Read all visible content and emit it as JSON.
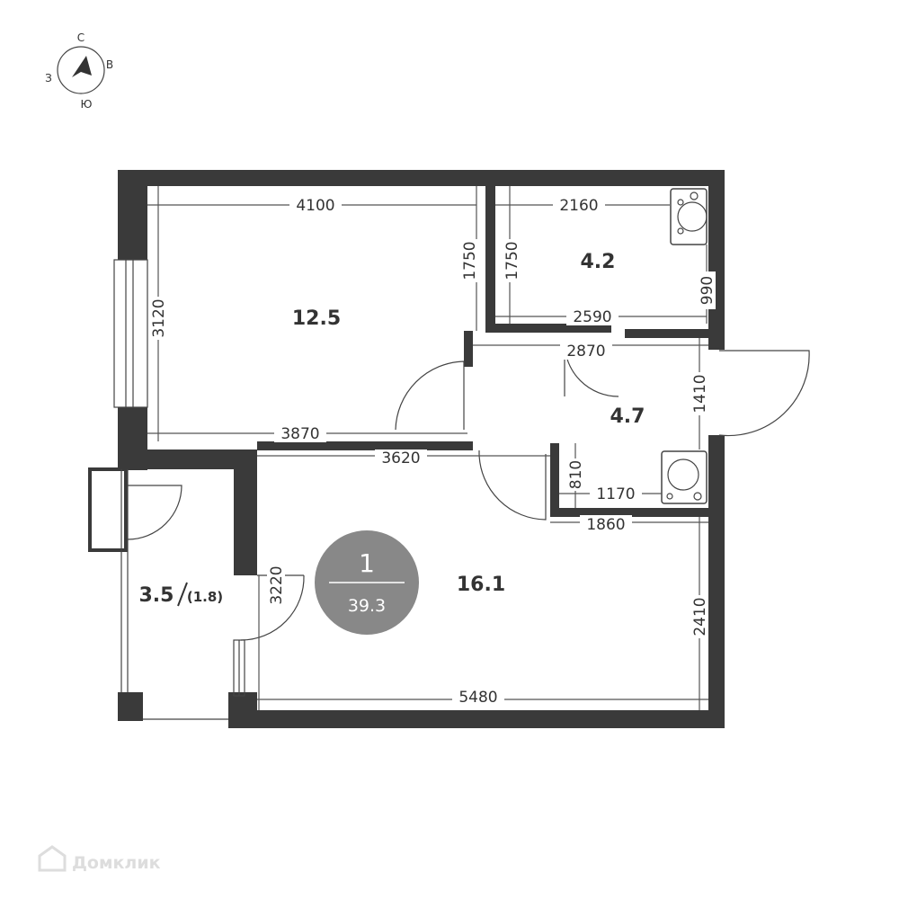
{
  "compass": {
    "north": "С",
    "east": "В",
    "south": "Ю",
    "west": "З"
  },
  "apartment": {
    "rooms": "1",
    "total_area": "39.3"
  },
  "rooms": {
    "living": {
      "area": "12.5"
    },
    "bathroom": {
      "area": "4.2"
    },
    "hall": {
      "area": "4.7"
    },
    "kitchen": {
      "area": "16.1"
    },
    "balcony": {
      "area": "3.5",
      "area_reduced": "(1.8)"
    }
  },
  "dimensions": {
    "living_width_top": "4100",
    "living_height_left": "3120",
    "living_wall_right": "1750",
    "living_width_bottom": "3870",
    "bath_width_top": "2160",
    "bath_height_left": "1750",
    "bath_width_bottom": "2590",
    "bath_height_right": "990",
    "hall_width_top": "2870",
    "hall_height_right": "1410",
    "kitchen_top": "3620",
    "niche_height": "810",
    "niche_width": "1170",
    "kitchen_niche_bottom": "1860",
    "kitchen_left_height": "3220",
    "kitchen_right_height": "2410",
    "kitchen_width_bottom": "5480"
  },
  "brand": {
    "name": "Домклик"
  }
}
